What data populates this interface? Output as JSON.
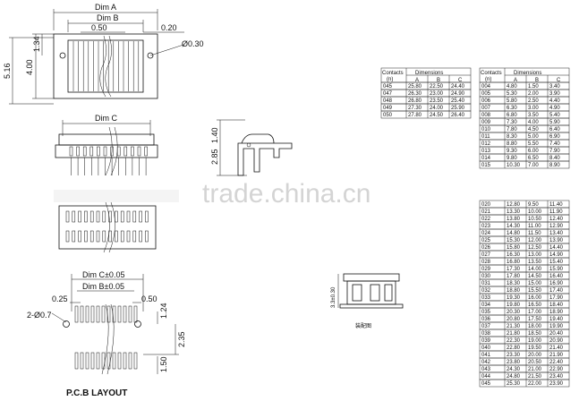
{
  "labels": {
    "dim_a": "Dim A",
    "dim_b": "Dim B",
    "dim_c": "Dim C",
    "pitch": "0.50",
    "gap_right": "0.20",
    "hole": "Ø0.30",
    "h_134": "1.34",
    "h_400": "4.00",
    "h_516": "5.16",
    "h_140": "1.40",
    "h_285": "2.85",
    "dim_c_tol": "Dim C±0.05",
    "dim_b_tol": "Dim B±0.05",
    "pcb_025": "0.25",
    "pcb_050": "0.50",
    "pcb_hole": "2-Ø0.7",
    "pcb_124": "1.24",
    "pcb_235": "2.35",
    "pcb_150": "1.50",
    "pcb_title": "P.C.B LAYOUT",
    "assembly_height": "3.3±0.30",
    "assembly_caption": "装配图",
    "watermark": "trade.china.cn"
  },
  "table_left": {
    "contacts_header": "Contacts",
    "n_header": "(n)",
    "dimensions_header": "Dimensions",
    "cols": [
      "A",
      "B",
      "C"
    ],
    "rows": [
      [
        "045",
        "25.80",
        "22.50",
        "24.40"
      ],
      [
        "047",
        "26.30",
        "23.00",
        "24.90"
      ],
      [
        "048",
        "26.80",
        "23.50",
        "25.40"
      ],
      [
        "049",
        "27.30",
        "24.00",
        "25.90"
      ],
      [
        "050",
        "27.80",
        "24.50",
        "26.40"
      ]
    ]
  },
  "table_right": {
    "contacts_header": "Contacts",
    "n_header": "(n)",
    "dimensions_header": "Dimensions",
    "cols": [
      "A",
      "B",
      "C"
    ],
    "rows_top": [
      [
        "004",
        "4.80",
        "1.50",
        "3.40"
      ],
      [
        "005",
        "5.30",
        "2.00",
        "3.90"
      ],
      [
        "006",
        "5.80",
        "2.50",
        "4.40"
      ],
      [
        "007",
        "6.30",
        "3.00",
        "4.90"
      ],
      [
        "008",
        "6.80",
        "3.50",
        "5.40"
      ],
      [
        "009",
        "7.30",
        "4.00",
        "5.90"
      ],
      [
        "010",
        "7.80",
        "4.50",
        "6.40"
      ],
      [
        "011",
        "8.30",
        "5.00",
        "6.90"
      ],
      [
        "012",
        "8.80",
        "5.50",
        "7.40"
      ],
      [
        "013",
        "9.30",
        "6.00",
        "7.90"
      ],
      [
        "014",
        "9.80",
        "6.50",
        "8.40"
      ],
      [
        "015",
        "10.30",
        "7.00",
        "8.90"
      ]
    ],
    "rows_bottom": [
      [
        "020",
        "12.80",
        "9.50",
        "11.40"
      ],
      [
        "021",
        "13.30",
        "10.00",
        "11.90"
      ],
      [
        "022",
        "13.80",
        "10.50",
        "12.40"
      ],
      [
        "023",
        "14.30",
        "11.00",
        "12.90"
      ],
      [
        "024",
        "14.80",
        "11.50",
        "13.40"
      ],
      [
        "025",
        "15.30",
        "12.00",
        "13.90"
      ],
      [
        "026",
        "15.80",
        "12.50",
        "14.40"
      ],
      [
        "027",
        "16.30",
        "13.00",
        "14.90"
      ],
      [
        "028",
        "16.80",
        "13.50",
        "15.40"
      ],
      [
        "029",
        "17.30",
        "14.00",
        "15.90"
      ],
      [
        "030",
        "17.80",
        "14.50",
        "16.40"
      ],
      [
        "031",
        "18.30",
        "15.00",
        "16.90"
      ],
      [
        "032",
        "18.80",
        "15.50",
        "17.40"
      ],
      [
        "033",
        "19.30",
        "16.00",
        "17.90"
      ],
      [
        "034",
        "19.80",
        "16.50",
        "18.40"
      ],
      [
        "035",
        "20.30",
        "17.00",
        "18.90"
      ],
      [
        "036",
        "20.80",
        "17.50",
        "19.40"
      ],
      [
        "037",
        "21.30",
        "18.00",
        "19.90"
      ],
      [
        "038",
        "21.80",
        "18.50",
        "20.40"
      ],
      [
        "039",
        "22.30",
        "19.00",
        "20.90"
      ],
      [
        "040",
        "22.80",
        "19.50",
        "21.40"
      ],
      [
        "041",
        "23.30",
        "20.00",
        "21.90"
      ],
      [
        "042",
        "23.80",
        "20.50",
        "22.40"
      ],
      [
        "043",
        "24.30",
        "21.00",
        "22.90"
      ],
      [
        "044",
        "24.80",
        "21.50",
        "23.40"
      ],
      [
        "045",
        "25.30",
        "22.00",
        "23.90"
      ]
    ]
  }
}
